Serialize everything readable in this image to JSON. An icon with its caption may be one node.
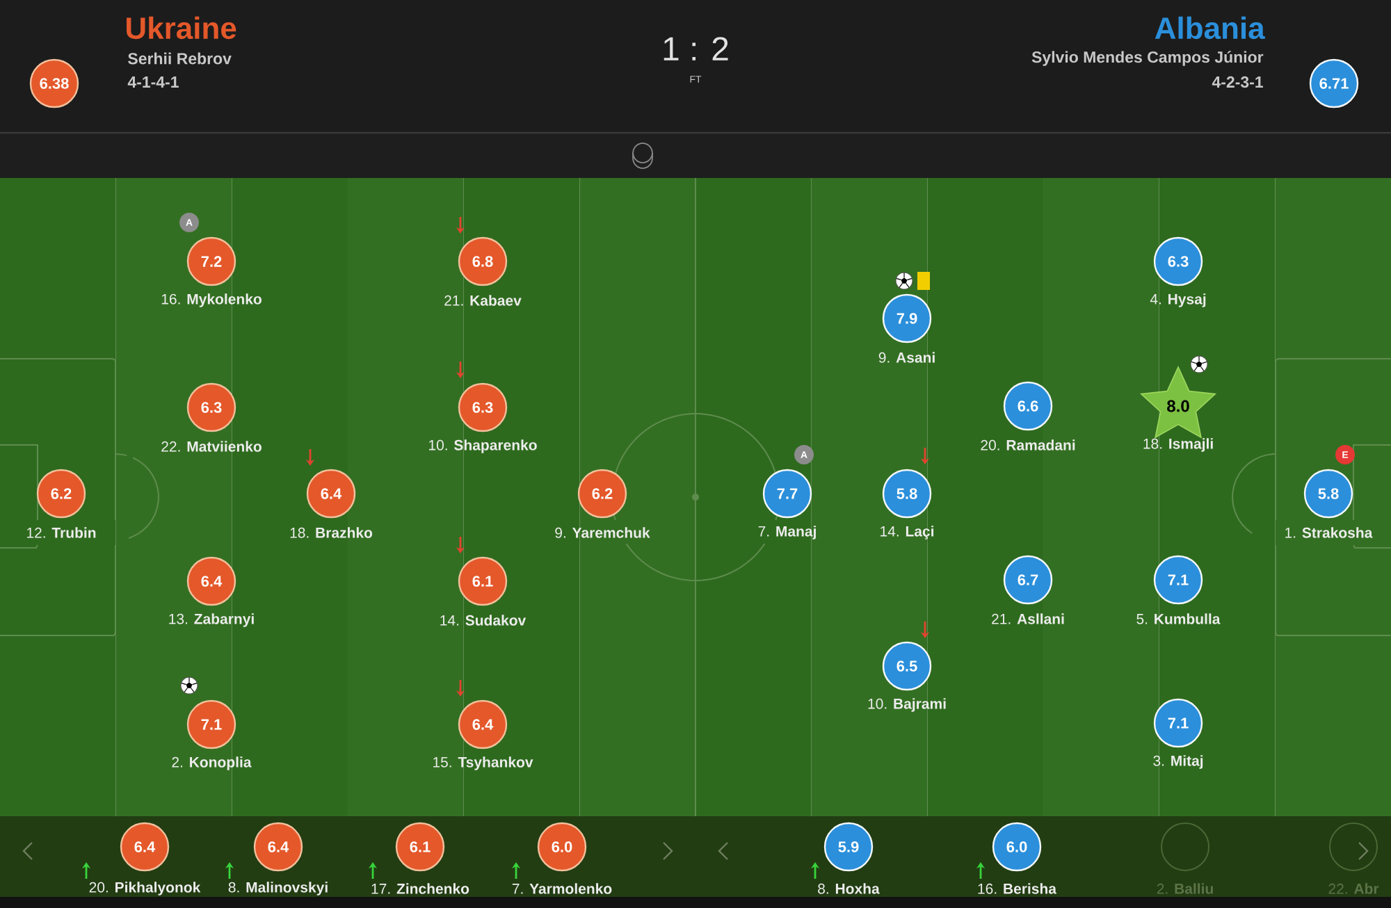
{
  "diagram": {
    "nodes": [
      {
        "text": [
          "6.38"
        ]
      },
      {
        "text": [
          "6.71"
        ]
      },
      {
        "text": [
          "6.2"
        ],
        "beside": [
          "12. **Trubin**"
        ]
      },
      {
        "text": [
          "7.2"
        ],
        "beside": [
          "16. **Mykolenko**"
        ]
      },
      {
        "text": [
          "A"
        ]
      },
      {
        "text": [
          "6.3"
        ],
        "beside": [
          "22. **Matviienko**"
        ]
      },
      {
        "text": [
          "6.4"
        ],
        "beside": [
          "13. **Zabarnyi**"
        ]
      },
      {
        "text": [
          "7.1"
        ],
        "beside": [
          "2. **Konoplia**"
        ]
      },
      {
        "text": [
          "6.4"
        ],
        "beside": [
          "18. **Brazhko**"
        ]
      },
      {
        "text": [
          "6.8"
        ],
        "beside": [
          "21. **Kabaev**"
        ]
      },
      {
        "text": [
          "6.3"
        ],
        "beside": [
          "10. **Shaparenko**"
        ]
      },
      {
        "text": [
          "6.1"
        ],
        "beside": [
          "14. **Sudakov**"
        ]
      },
      {
        "text": [
          "6.4"
        ],
        "beside": [
          "15. **Tsyhankov**"
        ]
      },
      {
        "text": [
          "6.2"
        ],
        "beside": [
          "9. **Yaremchuk**"
        ]
      },
      {
        "text": [
          "7.7"
        ],
        "beside": [
          "7. **Manaj**"
        ]
      },
      {
        "text": [
          "A"
        ]
      },
      {
        "text": [
          "7.9"
        ],
        "beside": [
          "9. **Asani**"
        ]
      },
      {
        "text": [
          "5.8"
        ],
        "beside": [
          "14. **Laçi**"
        ]
      },
      {
        "text": [
          "6.5"
        ],
        "beside": [
          "10. **Bajrami**"
        ]
      },
      {
        "text": [
          "6.6"
        ],
        "beside": [
          "20. **Ramadani**"
        ]
      },
      {
        "text": [
          "6.7"
        ],
        "beside": [
          "21. **Asllani**"
        ]
      },
      {
        "text": [
          "6.3"
        ],
        "beside": [
          "4. **Hysaj**"
        ]
      },
      {
        "text": [
          "8.0"
        ],
        "beside": [
          "18. **Ismajli**"
        ]
      },
      {
        "text": [
          "7.1"
        ],
        "beside": [
          "5. **Kumbulla**"
        ]
      },
      {
        "text": [
          "7.1"
        ],
        "beside": [
          "3. **Mitaj**"
        ]
      },
      {
        "text": [
          "5.8"
        ],
        "beside": [
          "1. **Strakosha**"
        ]
      },
      {
        "text": [
          "E"
        ]
      },
      {
        "text": [
          "6.4"
        ],
        "beside": [
          "20. **Pikhalyonok**"
        ]
      },
      {
        "text": [
          "6.4"
        ],
        "beside": [
          "8. **Malinovskyi**"
        ]
      },
      {
        "text": [
          "6.1"
        ],
        "beside": [
          "17. **Zinchenko**"
        ]
      },
      {
        "text": [
          "6.0"
        ],
        "beside": [
          "7. **Yarmolenko**"
        ]
      },
      {
        "text": [
          "5.9"
        ],
        "beside": [
          "8. **Hoxha**"
        ]
      },
      {
        "text": [
          "6.0"
        ],
        "beside": [
          "16. **Berisha**"
        ]
      },
      {
        "text": [],
        "shape": "circle",
        "beside": [
          "2. **Balliu**"
        ]
      },
      {
        "text": [],
        "shape": "circle",
        "beside": [
          "22. **Abr**"
        ]
      }
    ],
    "labels": [
      "Ukraine",
      "Serhii Rebrov",
      "4-1-4-1",
      "1 : 2",
      "FT",
      "Albania",
      "Sylvio Mendes Campos Júnior",
      "4-2-3-1"
    ]
  }
}
